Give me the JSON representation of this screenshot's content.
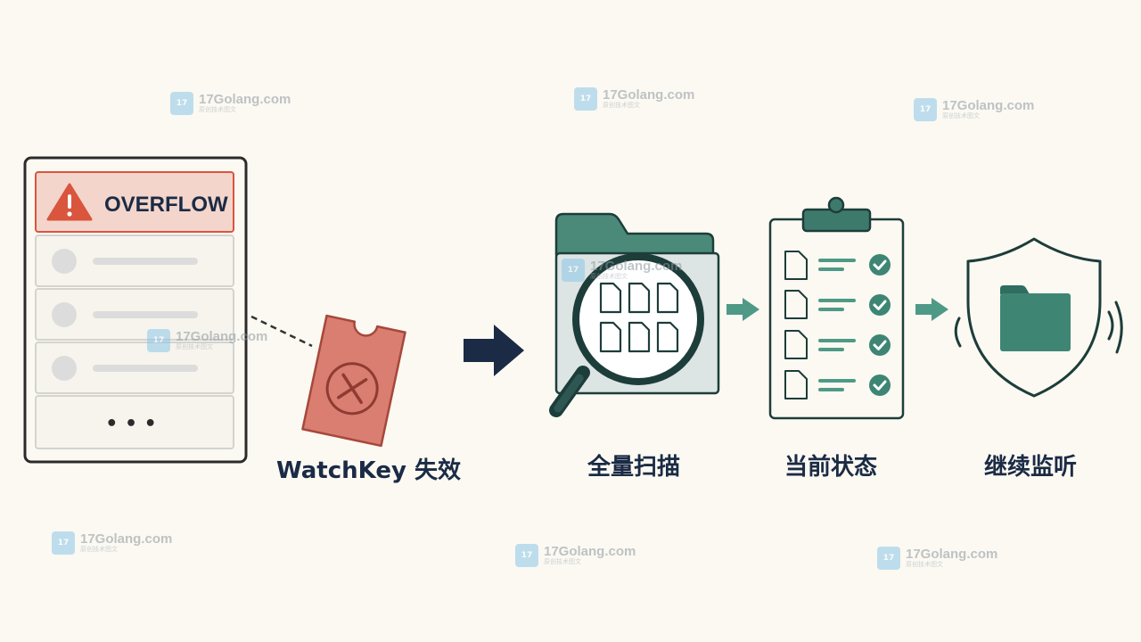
{
  "list_panel": {
    "banner_label": "OVERFLOW",
    "more_label": "• • •",
    "icons": {
      "banner": "warning-triangle-icon"
    }
  },
  "watchkey": {
    "caption": "WatchKey 失效",
    "icon": "invalid-ticket-icon"
  },
  "steps": [
    {
      "id": "full-scan",
      "caption": "全量扫描",
      "icon": "folder-magnifier-icon"
    },
    {
      "id": "current-state",
      "caption": "当前状态",
      "icon": "clipboard-checklist-icon"
    },
    {
      "id": "continue-watch",
      "caption": "继续监听",
      "icon": "shield-folder-icon"
    }
  ],
  "watermark": {
    "site": "17Golang.com",
    "tagline": "原创技术图文",
    "logo_text": "17"
  },
  "colors": {
    "navy": "#1b2b45",
    "alert_red": "#d9553d",
    "alert_fill": "#f3d5cc",
    "ticket": "#d97e70",
    "teal": "#3e8574",
    "teal_light": "#4f9987",
    "panel_border": "#2b2b2b"
  }
}
